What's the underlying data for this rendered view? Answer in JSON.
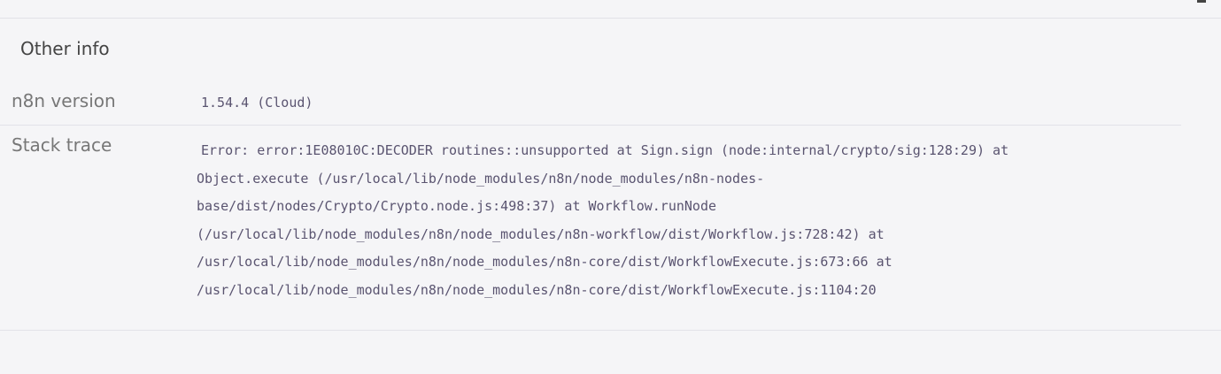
{
  "section": {
    "title": "Other info"
  },
  "rows": {
    "version": {
      "label": "n8n version",
      "value": "1.54.4 (Cloud)"
    },
    "stack_trace": {
      "label": "Stack trace",
      "lines": [
        "Error: error:1E08010C:DECODER routines::unsupported at Sign.sign (node:internal/crypto/sig:128:29) at",
        "Object.execute (/usr/local/lib/node_modules/n8n/node_modules/n8n-nodes-",
        "base/dist/nodes/Crypto/Crypto.node.js:498:37) at Workflow.runNode",
        "(/usr/local/lib/node_modules/n8n/node_modules/n8n-workflow/dist/Workflow.js:728:42) at",
        "/usr/local/lib/node_modules/n8n/node_modules/n8n-core/dist/WorkflowExecute.js:673:66 at",
        "/usr/local/lib/node_modules/n8n/node_modules/n8n-core/dist/WorkflowExecute.js:1104:20"
      ]
    }
  }
}
